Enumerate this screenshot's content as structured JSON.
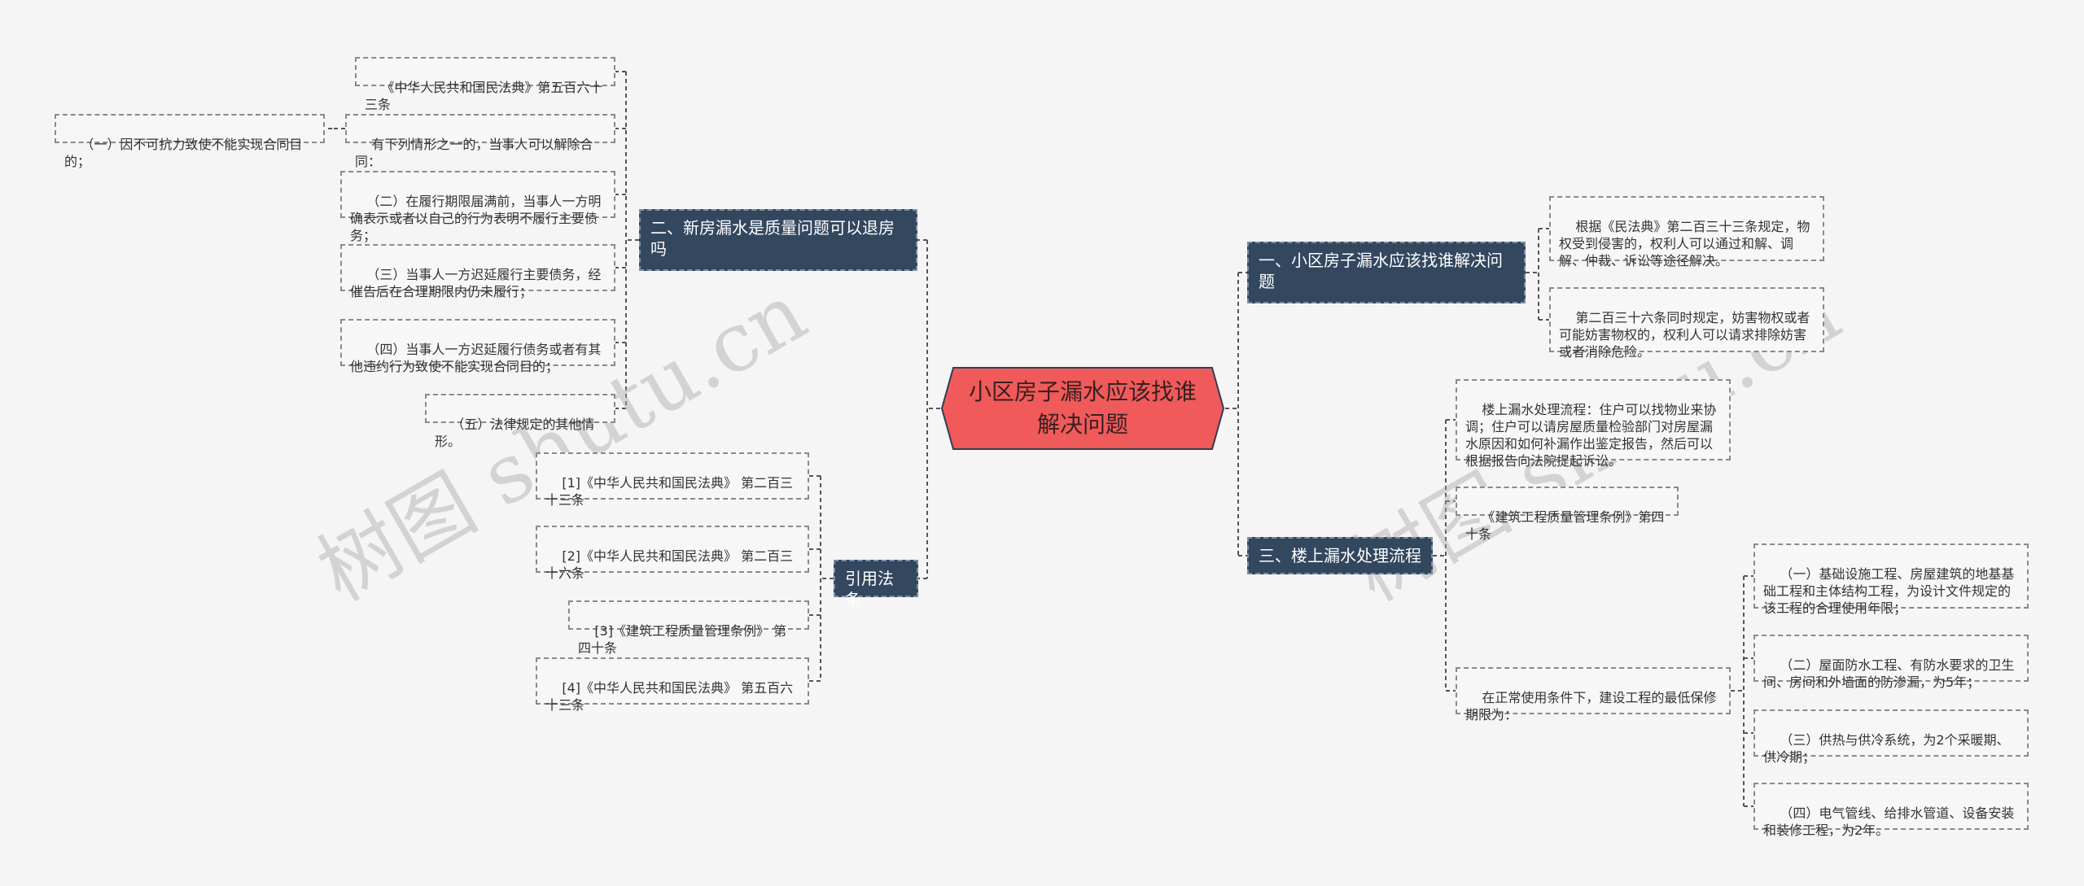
{
  "root": {
    "label": "小区房子漏水应该找谁解决问题"
  },
  "branches": {
    "b1": {
      "label": "一、小区房子漏水应该找谁解决问题"
    },
    "b2": {
      "label": "二、新房漏水是质量问题可以退房吗"
    },
    "b3": {
      "label": "三、楼上漏水处理流程"
    },
    "b4": {
      "label": "引用法条"
    }
  },
  "leaves": {
    "b1_1": "根据《民法典》第二百三十三条规定，物权受到侵害的，权利人可以通过和解、调解、仲裁、诉讼等途径解决。",
    "b1_2": "第二百三十六条同时规定，妨害物权或者可能妨害物权的，权利人可以请求排除妨害或者消除危险。",
    "b2_1": "《中华人民共和国民法典》第五百六十三条",
    "b2_2": "有下列情形之一的，当事人可以解除合同：",
    "b2_2a": "（一）因不可抗力致使不能实现合同目的；",
    "b2_3": "（二）在履行期限届满前，当事人一方明确表示或者以自己的行为表明不履行主要债务；",
    "b2_4": "（三）当事人一方迟延履行主要债务，经催告后在合理期限内仍未履行；",
    "b2_5": "（四）当事人一方迟延履行债务或者有其他违约行为致使不能实现合同目的；",
    "b2_6": "（五）法律规定的其他情形。",
    "b3_1": "楼上漏水处理流程：住户可以找物业来协调；住户可以请房屋质量检验部门对房屋漏水原因和如何补漏作出鉴定报告，然后可以根据报告向法院提起诉讼。",
    "b3_2": "《建筑工程质量管理条例》第四十条",
    "b3_3": "在正常使用条件下，建设工程的最低保修期限为：",
    "b3_3a": "（一）基础设施工程、房屋建筑的地基基础工程和主体结构工程，为设计文件规定的该工程的合理使用年限；",
    "b3_3b": "（二）屋面防水工程、有防水要求的卫生间、房间和外墙面的防渗漏，为5年；",
    "b3_3c": "（三）供热与供冷系统，为2个采暖期、供冷期；",
    "b3_3d": "（四）电气管线、给排水管道、设备安装和装修工程，为2年。",
    "b4_1": "[1]《中华人民共和国民法典》 第二百三十三条",
    "b4_2": "[2]《中华人民共和国民法典》 第二百三十六条",
    "b4_3": "[3]《建筑工程质量管理条例》 第四十条",
    "b4_4": "[4]《中华人民共和国民法典》 第五百六十三条"
  },
  "watermarks": [
    "树图 shutu.cn",
    "树图 shutu.cn"
  ],
  "colors": {
    "root_fill": "#f05a5a",
    "root_stroke": "#2f3f55",
    "branch_fill": "#33475f",
    "leaf_border": "#8a8a8a",
    "connector": "#555555"
  }
}
